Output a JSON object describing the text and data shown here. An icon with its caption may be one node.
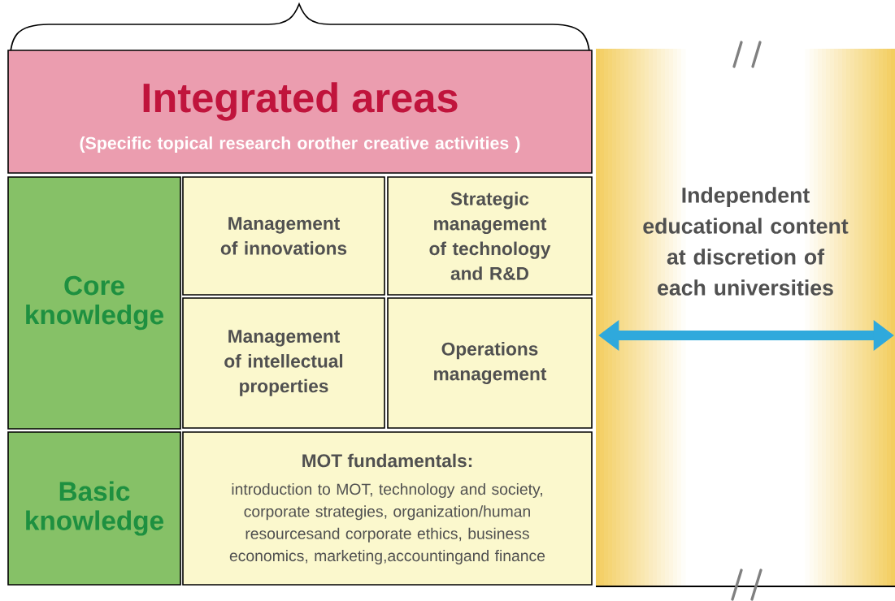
{
  "diagram": {
    "nodes": [
      {
        "text": [
          "Integrated areas",
          "(Specific topical research orother creative activities )"
        ]
      },
      {
        "text": [
          "Core knowledge"
        ]
      },
      {
        "text": [
          "Management of innovations"
        ]
      },
      {
        "text": [
          "Strategic management of technology and R&D"
        ]
      },
      {
        "text": [
          "Management of intellectual properties"
        ]
      },
      {
        "text": [
          "Operations management"
        ]
      },
      {
        "text": [
          "Basic knowledge"
        ]
      },
      {
        "text": [
          "MOT fundamentals:",
          "introduction to MOT, technology and society, corporate strategies, organization/human resourcesand corporate ethics, business economics, marketing,accountingand finance"
        ]
      },
      {
        "text": [
          "Independent educational content at discretion of each universities"
        ]
      }
    ]
  }
}
